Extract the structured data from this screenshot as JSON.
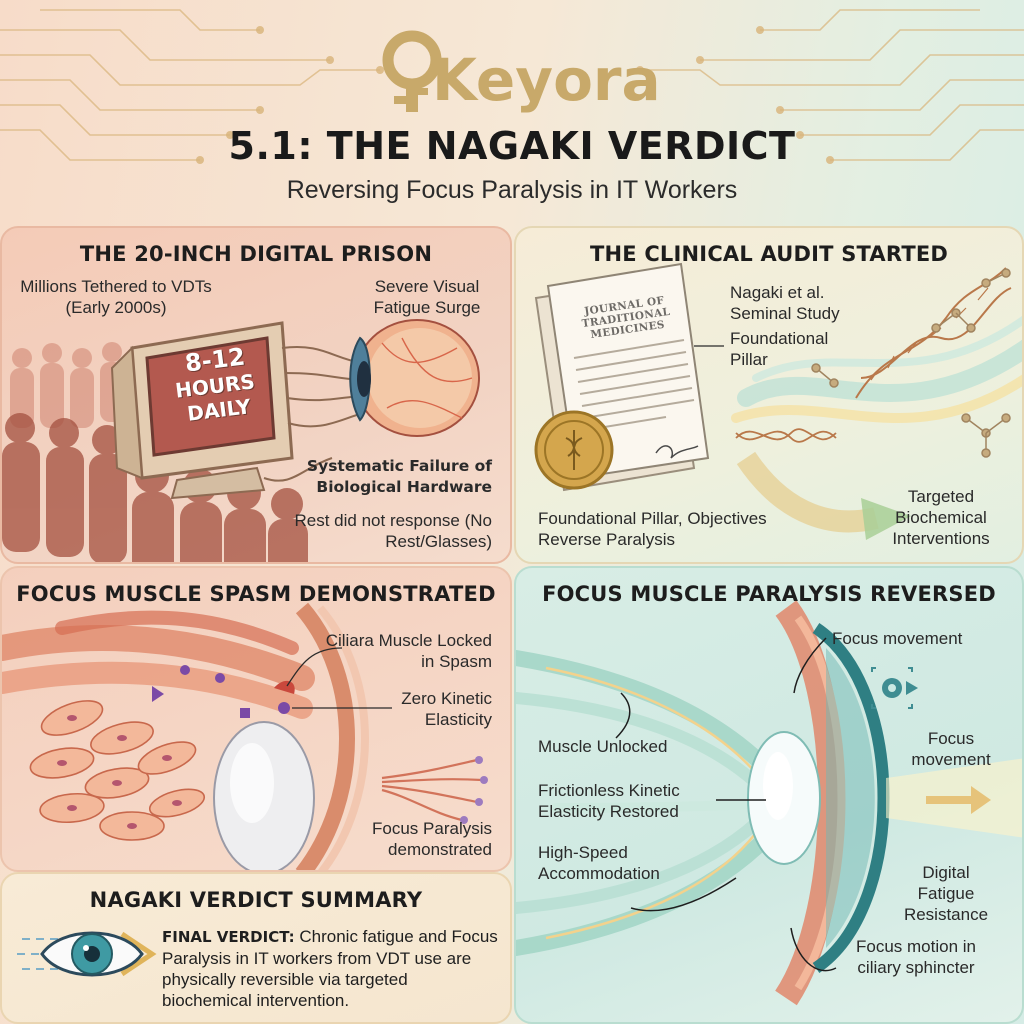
{
  "brand": {
    "name": "Keyora",
    "color": "#c8a96a"
  },
  "header": {
    "title": "5.1: THE NAGAKI VERDICT",
    "subtitle": "Reversing Focus Paralysis in IT Workers"
  },
  "panel_prison": {
    "title": "THE 20-INCH DIGITAL PRISON",
    "label_millions": "Millions Tethered to VDTs (Early 2000s)",
    "label_fatigue": "Severe Visual Fatigue Surge",
    "monitor_line1": "8-12",
    "monitor_line2": "HOURS",
    "monitor_line3": "DAILY",
    "label_failure": "Systematic Failure of Biological Hardware",
    "label_rest": "Rest did not response (No Rest/Glasses)"
  },
  "panel_audit": {
    "title": "THE CLINICAL AUDIT STARTED",
    "doc_heading": "JOURNAL OF TRADITIONAL MEDICINES",
    "label_study": "Nagaki et al. Seminal Study",
    "label_pillar": "Foundational Pillar",
    "label_objectives": "Foundational Pillar, Objectives Reverse Paralysis",
    "label_targeted": "Targeted Biochemical Interventions"
  },
  "panel_spasm": {
    "title": "FOCUS MUSCLE SPASM DEMONSTRATED",
    "label_ciliara": "Ciliara Muscle Locked in Spasm",
    "label_zero": "Zero Kinetic Elasticity",
    "label_paralysis": "Focus Paralysis demonstrated"
  },
  "panel_reversed": {
    "title": "FOCUS MUSCLE PARALYSIS REVERSED",
    "label_focus_top": "Focus movement",
    "label_focus_right": "Focus movement",
    "label_unlocked": "Muscle Unlocked",
    "label_frictionless": "Frictionless Kinetic Elasticity Restored",
    "label_highspeed": "High-Speed Accommodation",
    "label_digital": "Digital Fatigue Resistance",
    "label_motion": "Focus motion in ciliary sphincter"
  },
  "panel_summary": {
    "title": "NAGAKI VERDICT SUMMARY",
    "verdict_label": "FINAL VERDICT:",
    "verdict_text": " Chronic fatigue and Focus Paralysis in IT workers from VDT use are physically reversible via targeted biochemical intervention."
  }
}
